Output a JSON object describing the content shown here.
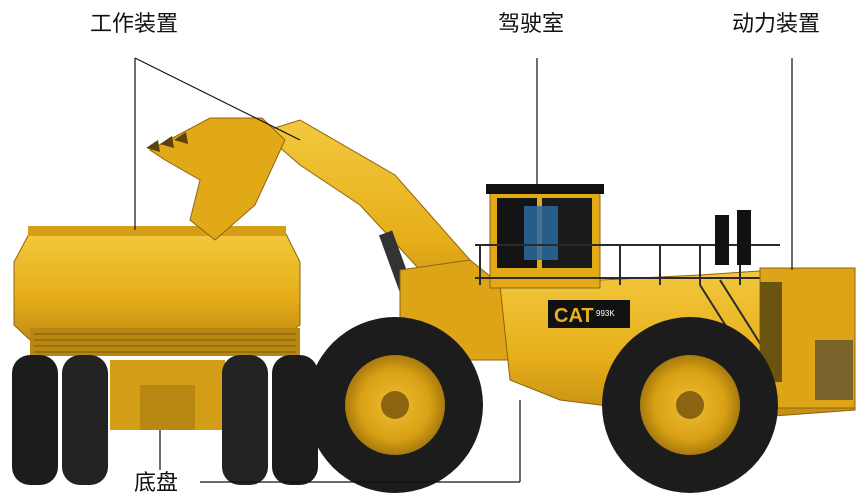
{
  "labels": {
    "work_device": "工作装置",
    "cab": "驾驶室",
    "power_device": "动力装置",
    "chassis": "底盘"
  },
  "machine": {
    "brand_text": "CAT",
    "model_text": "993K"
  },
  "colors": {
    "body_yellow": "#E9B21B",
    "body_shadow": "#C79216",
    "body_highlight": "#F5CF55",
    "tire_black": "#1C1C1C",
    "rim_yellow": "#E2AA17",
    "leader_line": "#111111"
  }
}
